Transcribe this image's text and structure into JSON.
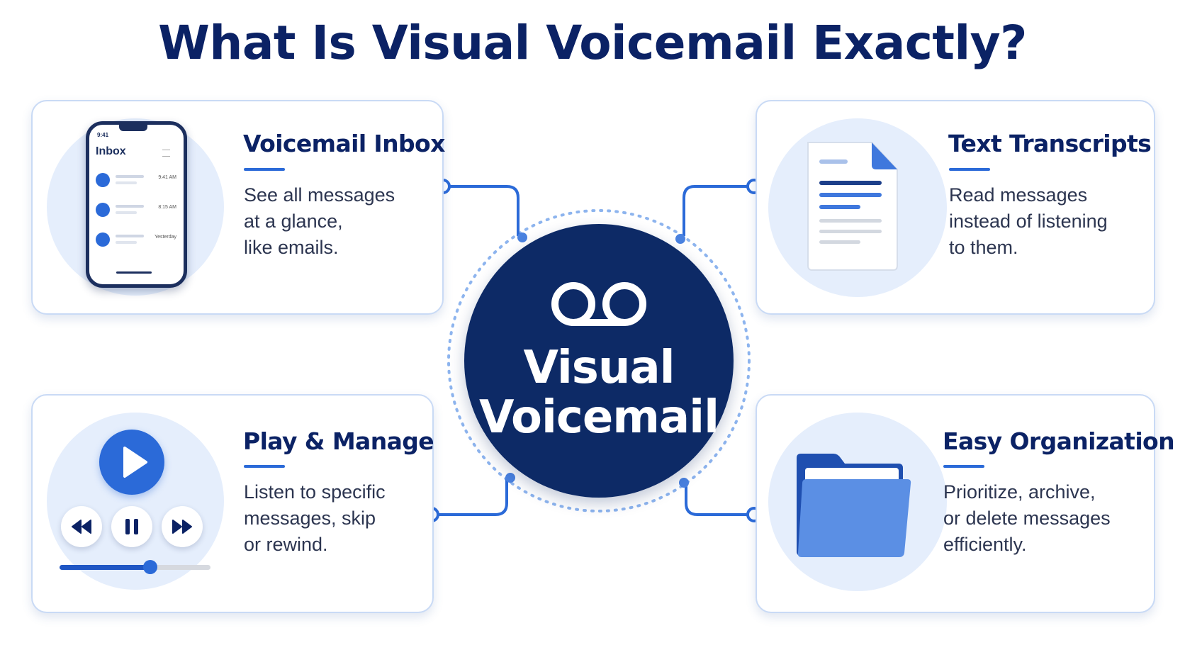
{
  "title": "What Is Visual Voicemail Exactly?",
  "center": {
    "label": "Visual\nVoicemail",
    "icon": "voicemail-icon"
  },
  "colors": {
    "navy": "#0b2265",
    "accent": "#2b6ad8",
    "bubble": "#e5eefc",
    "border": "#c9daf5"
  },
  "cards": [
    {
      "title": "Voicemail Inbox",
      "description": "See all messages\nat a glance,\nlike emails.",
      "icon": "phone-inbox-icon",
      "phone": {
        "status_time": "9:41",
        "header": "Inbox",
        "messages": [
          {
            "time": "9:41 AM"
          },
          {
            "time": "8:15 AM"
          },
          {
            "time": "Yesterday"
          }
        ]
      }
    },
    {
      "title": "Text Transcripts",
      "description": "Read messages\ninstead of listening\nto them.",
      "icon": "document-icon"
    },
    {
      "title": "Play & Manage",
      "description": "Listen to specific\nmessages, skip\nor rewind.",
      "icon": "media-player-icon",
      "playback_progress": 0.6
    },
    {
      "title": "Easy Organization",
      "description": "Prioritize, archive,\nor delete messages\nefficiently.",
      "icon": "folder-icon"
    }
  ]
}
